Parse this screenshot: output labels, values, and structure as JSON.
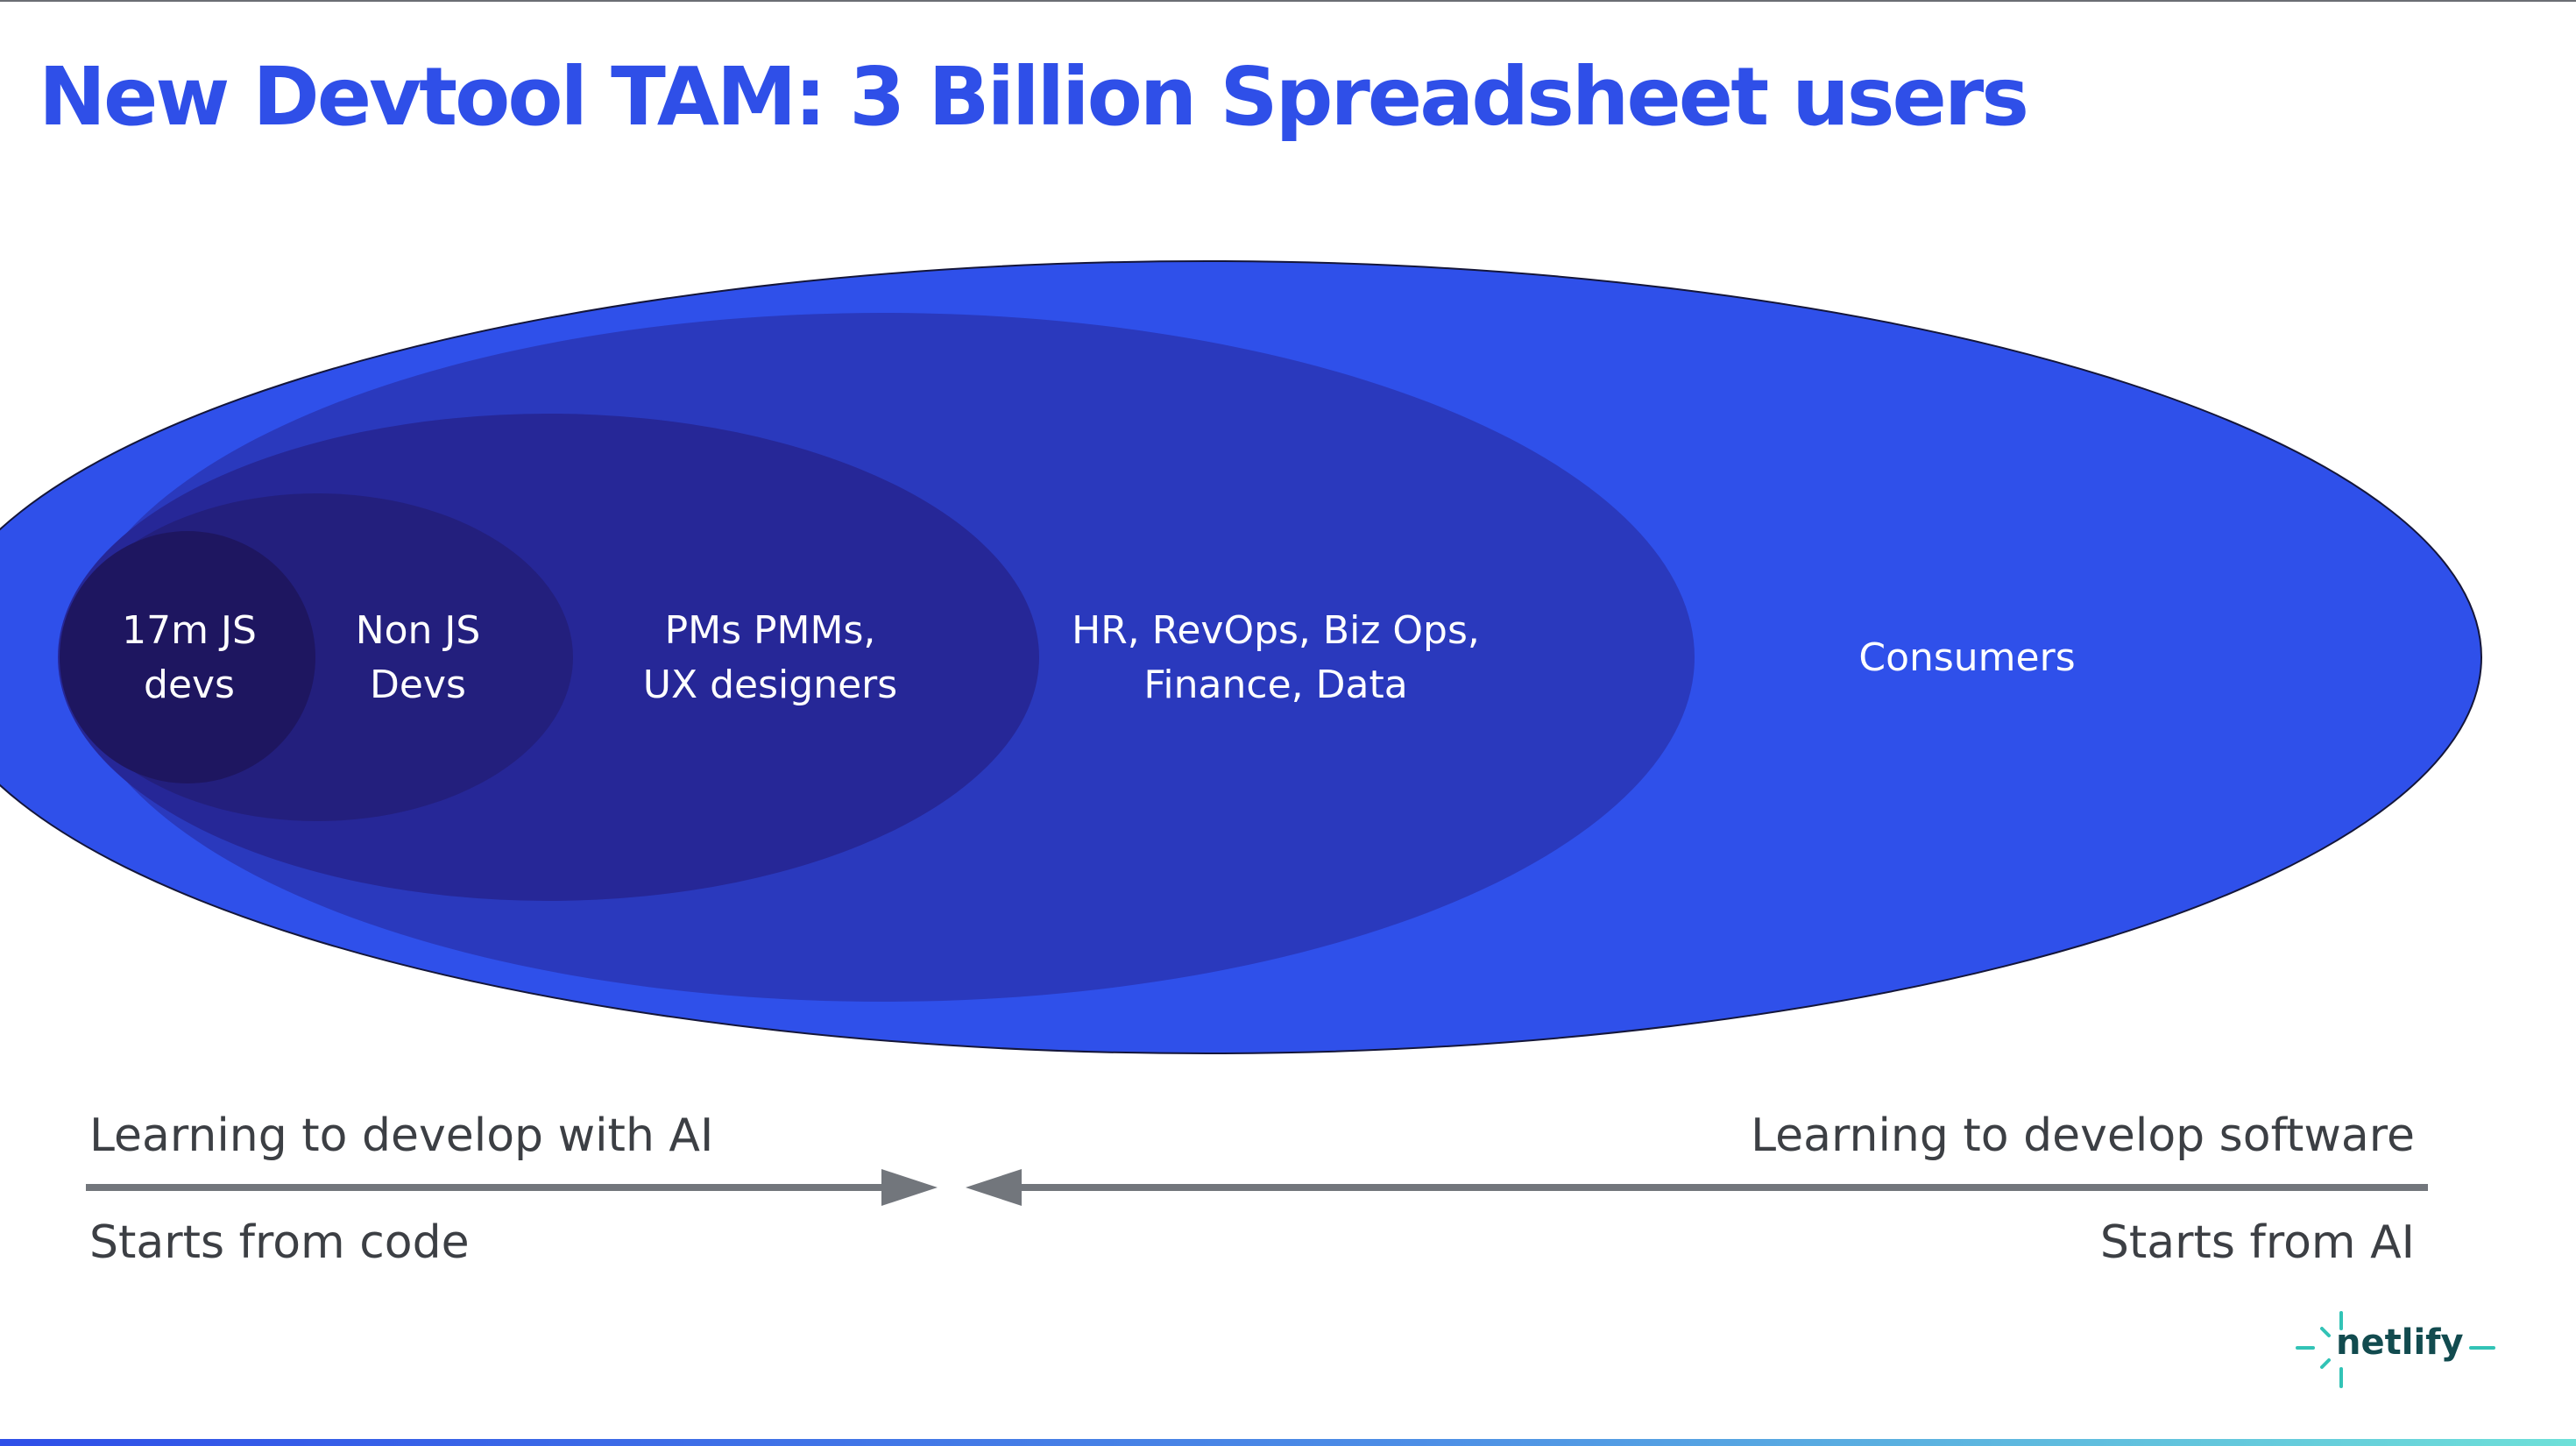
{
  "title": "New Devtool TAM: 3 Billion Spreadsheet users",
  "segments": [
    {
      "lines": [
        "17m JS",
        "devs"
      ],
      "color": "#1e1660"
    },
    {
      "lines": [
        "Non JS",
        "Devs"
      ],
      "color": "#231f7d"
    },
    {
      "lines": [
        "PMs PMMs,",
        "UX designers"
      ],
      "color": "#262797"
    },
    {
      "lines": [
        "HR, RevOps, Biz Ops,",
        "Finance, Data"
      ],
      "color": "#2a39bd"
    },
    {
      "lines": [
        "Consumers"
      ],
      "color": "#2f50ea"
    }
  ],
  "left_arrow": {
    "label_above": "Learning to develop with AI",
    "label_below": "Starts from code"
  },
  "right_arrow": {
    "label_above": "Learning to develop software",
    "label_below": "Starts from AI"
  },
  "arrow_color": "#72767c",
  "logo": {
    "text": "netlify",
    "icon": "netlify-spark-icon",
    "color": "#32c3b6"
  }
}
